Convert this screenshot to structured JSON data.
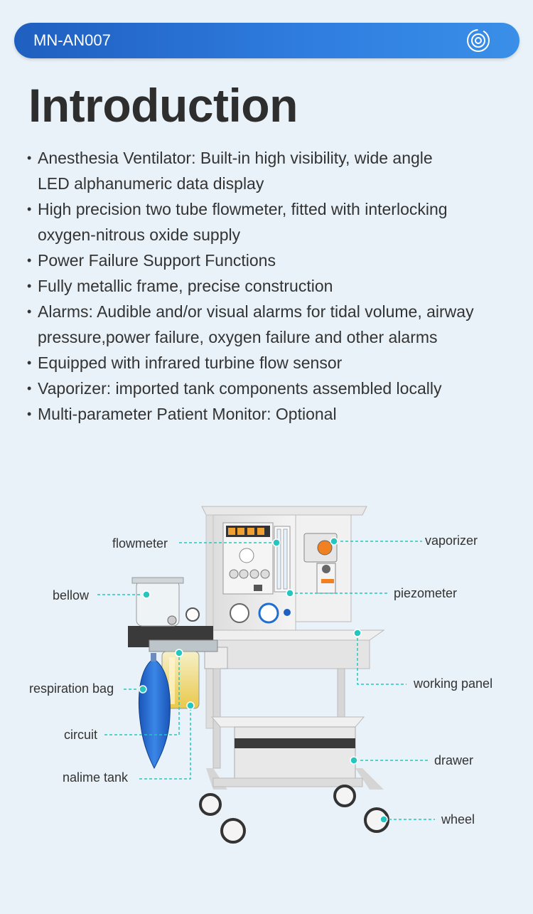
{
  "header": {
    "model": "MN-AN007",
    "icon": "target-icon",
    "accent_color": "#2a73d6"
  },
  "title": "Introduction",
  "features": [
    {
      "line1": "Anesthesia Ventilator: Built-in high visibility, wide angle",
      "line2": "LED alphanumeric data display"
    },
    {
      "line1": "High precision two tube flowmeter, fitted with interlocking",
      "line2": "oxygen-nitrous oxide supply"
    },
    {
      "line1": "Power Failure Support Functions",
      "line2": ""
    },
    {
      "line1": "Fully metallic frame, precise construction",
      "line2": ""
    },
    {
      "line1": "Alarms: Audible and/or visual alarms for tidal volume, airway",
      "line2": "pressure,power failure, oxygen failure and other alarms"
    },
    {
      "line1": "Equipped with infrared turbine flow sensor",
      "line2": ""
    },
    {
      "line1": "Vaporizer: imported tank components assembled locally",
      "line2": ""
    },
    {
      "line1": "Multi-parameter Patient Monitor: Optional",
      "line2": ""
    }
  ],
  "diagram": {
    "callout_color": "#26c6c0",
    "labels": {
      "flowmeter": "flowmeter",
      "vaporizer": "vaporizer",
      "bellow": "bellow",
      "piezometer": "piezometer",
      "working_panel": "working panel",
      "respiration_bag": "respiration bag",
      "circuit": "circuit",
      "drawer": "drawer",
      "nalime_tank": "nalime tank",
      "wheel": "wheel"
    }
  }
}
